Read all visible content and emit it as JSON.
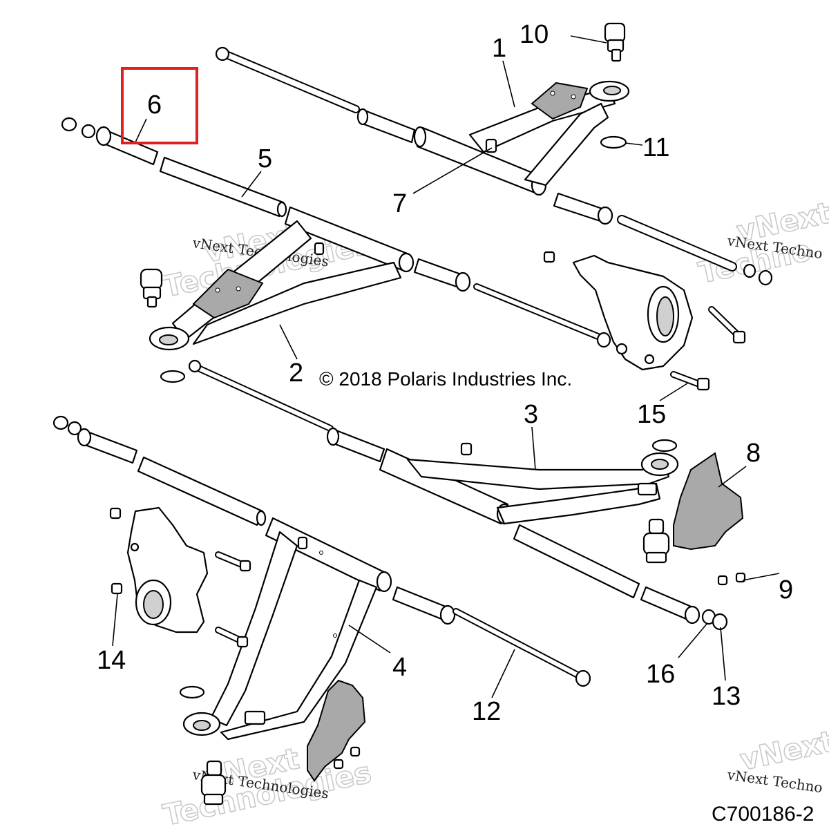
{
  "callouts": [
    {
      "id": "1",
      "text": "1"
    },
    {
      "id": "2",
      "text": "2"
    },
    {
      "id": "3",
      "text": "3"
    },
    {
      "id": "4",
      "text": "4"
    },
    {
      "id": "5",
      "text": "5"
    },
    {
      "id": "6",
      "text": "6"
    },
    {
      "id": "7",
      "text": "7"
    },
    {
      "id": "8",
      "text": "8"
    },
    {
      "id": "9",
      "text": "9"
    },
    {
      "id": "10",
      "text": "10"
    },
    {
      "id": "11",
      "text": "11"
    },
    {
      "id": "12",
      "text": "12"
    },
    {
      "id": "13",
      "text": "13"
    },
    {
      "id": "14",
      "text": "14"
    },
    {
      "id": "15",
      "text": "15"
    },
    {
      "id": "16",
      "text": "16"
    }
  ],
  "highlighted_callout": "6",
  "highlight_color": "#e02020",
  "copyright": "© 2018 Polaris Industries Inc.",
  "drawing_id": "C700186-2",
  "watermark": {
    "line1": "vNext Technologies",
    "line2": "vNext",
    "line3": "Technologies",
    "line4": "vNext Techno",
    "line5": "Techno"
  }
}
